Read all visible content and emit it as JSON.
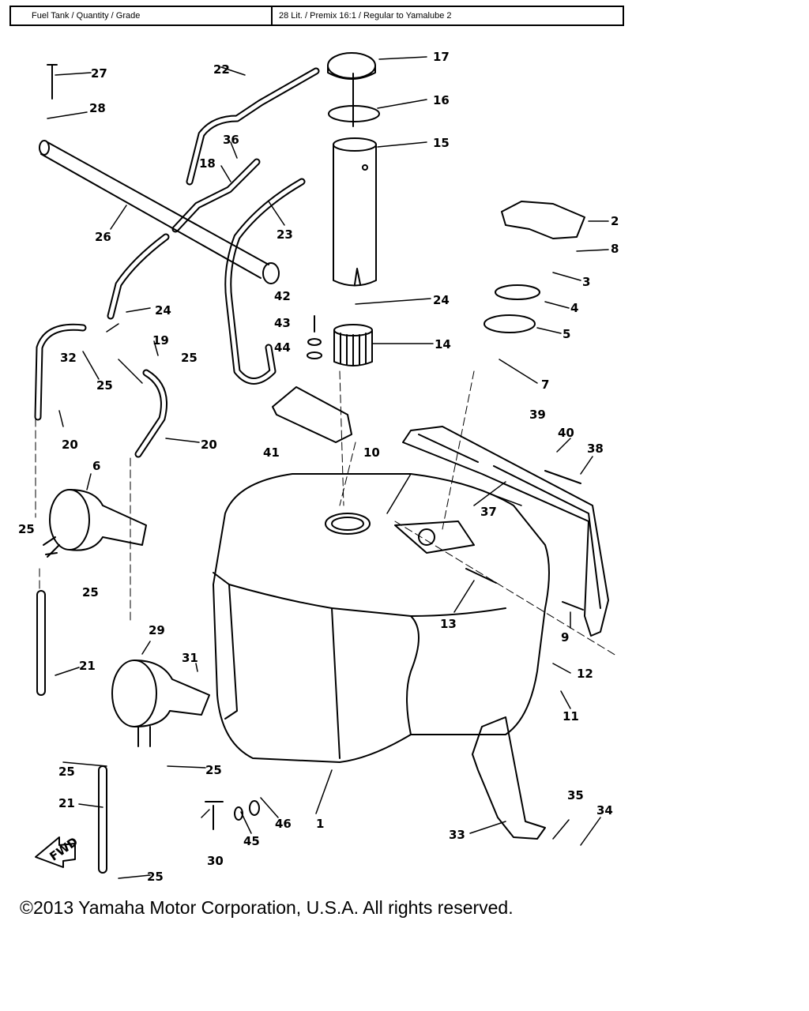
{
  "header": {
    "label": "Fuel Tank / Quantity / Grade",
    "value": "28 Lit. / Premix 16:1 / Regular to Yamalube 2"
  },
  "callouts": [
    "1",
    "2",
    "3",
    "4",
    "5",
    "6",
    "7",
    "8",
    "9",
    "10",
    "11",
    "12",
    "13",
    "14",
    "15",
    "16",
    "17",
    "18",
    "19",
    "20",
    "21",
    "22",
    "23",
    "24",
    "25",
    "26",
    "27",
    "28",
    "29",
    "30",
    "31",
    "32",
    "33",
    "34",
    "35",
    "36",
    "37",
    "38",
    "39",
    "40",
    "41",
    "42",
    "43",
    "44",
    "45",
    "46"
  ],
  "fwd_label": "FWD",
  "footer": {
    "copyright": "©2013 Yamaha Motor Corporation, U.S.A. All rights reserved."
  }
}
